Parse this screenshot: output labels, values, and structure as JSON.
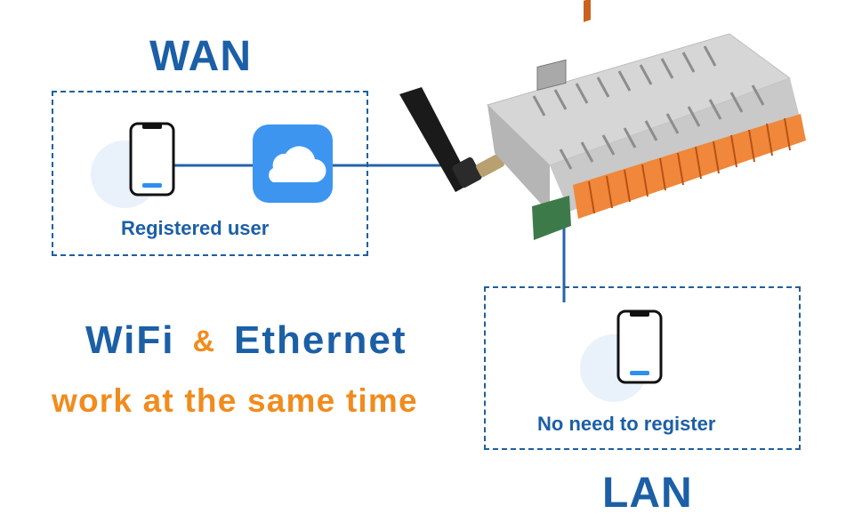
{
  "wan": {
    "title": "WAN",
    "user_caption": "Registered user",
    "nodes": [
      "phone-icon",
      "cloud-icon"
    ]
  },
  "lan": {
    "title": "LAN",
    "user_caption": "No need to register",
    "nodes": [
      "phone-icon"
    ]
  },
  "headline": {
    "part1": "WiFi",
    "amp": "&",
    "part2": "Ethernet",
    "sub": "work at the same time"
  },
  "device": {
    "type": "relay controller with antenna"
  },
  "colors": {
    "blue": "#1b5fa6",
    "orange": "#f08c1e",
    "cloud_bg": "#3d95f0",
    "connector": "#2563a8"
  }
}
